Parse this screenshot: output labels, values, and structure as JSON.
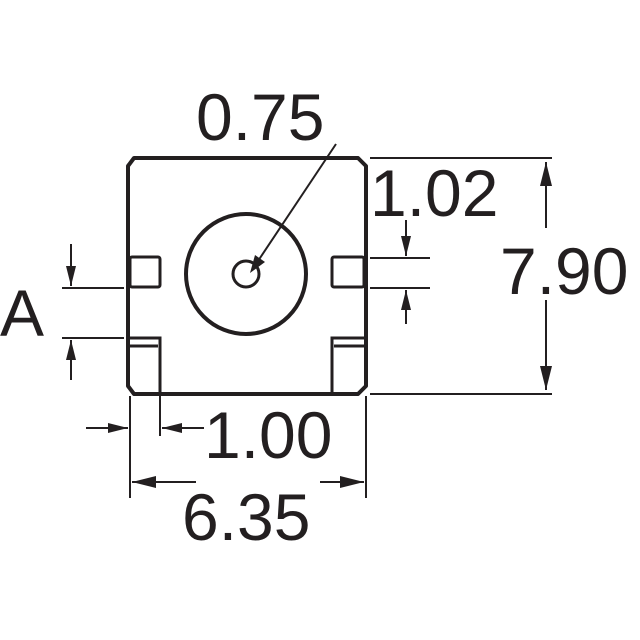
{
  "dimensions": {
    "hole_diameter": "0.75",
    "pad_height": "1.02",
    "overall_height": "7.90",
    "pad_spacing_label": "A",
    "pad_width": "1.00",
    "overall_width": "6.35"
  },
  "colors": {
    "ink": "#231f20",
    "background": "#ffffff"
  }
}
